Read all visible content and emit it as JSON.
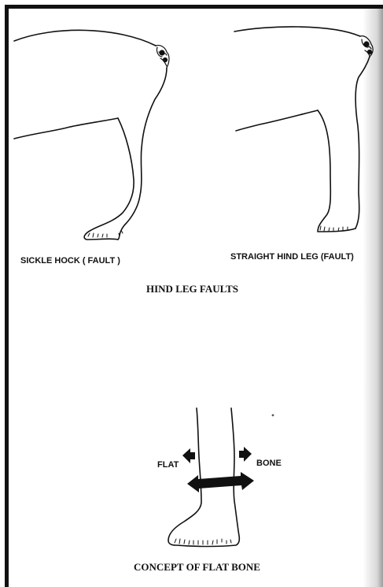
{
  "labels": {
    "sickle_hock": "SICKLE HOCK ( FAULT )",
    "straight_hind_leg": "STRAIGHT HIND LEG (FAULT)",
    "flat": "FLAT",
    "bone": "BONE"
  },
  "captions": {
    "hind_leg_faults": "HIND LEG FAULTS",
    "concept_flat_bone": "CONCEPT OF FLAT BONE"
  }
}
